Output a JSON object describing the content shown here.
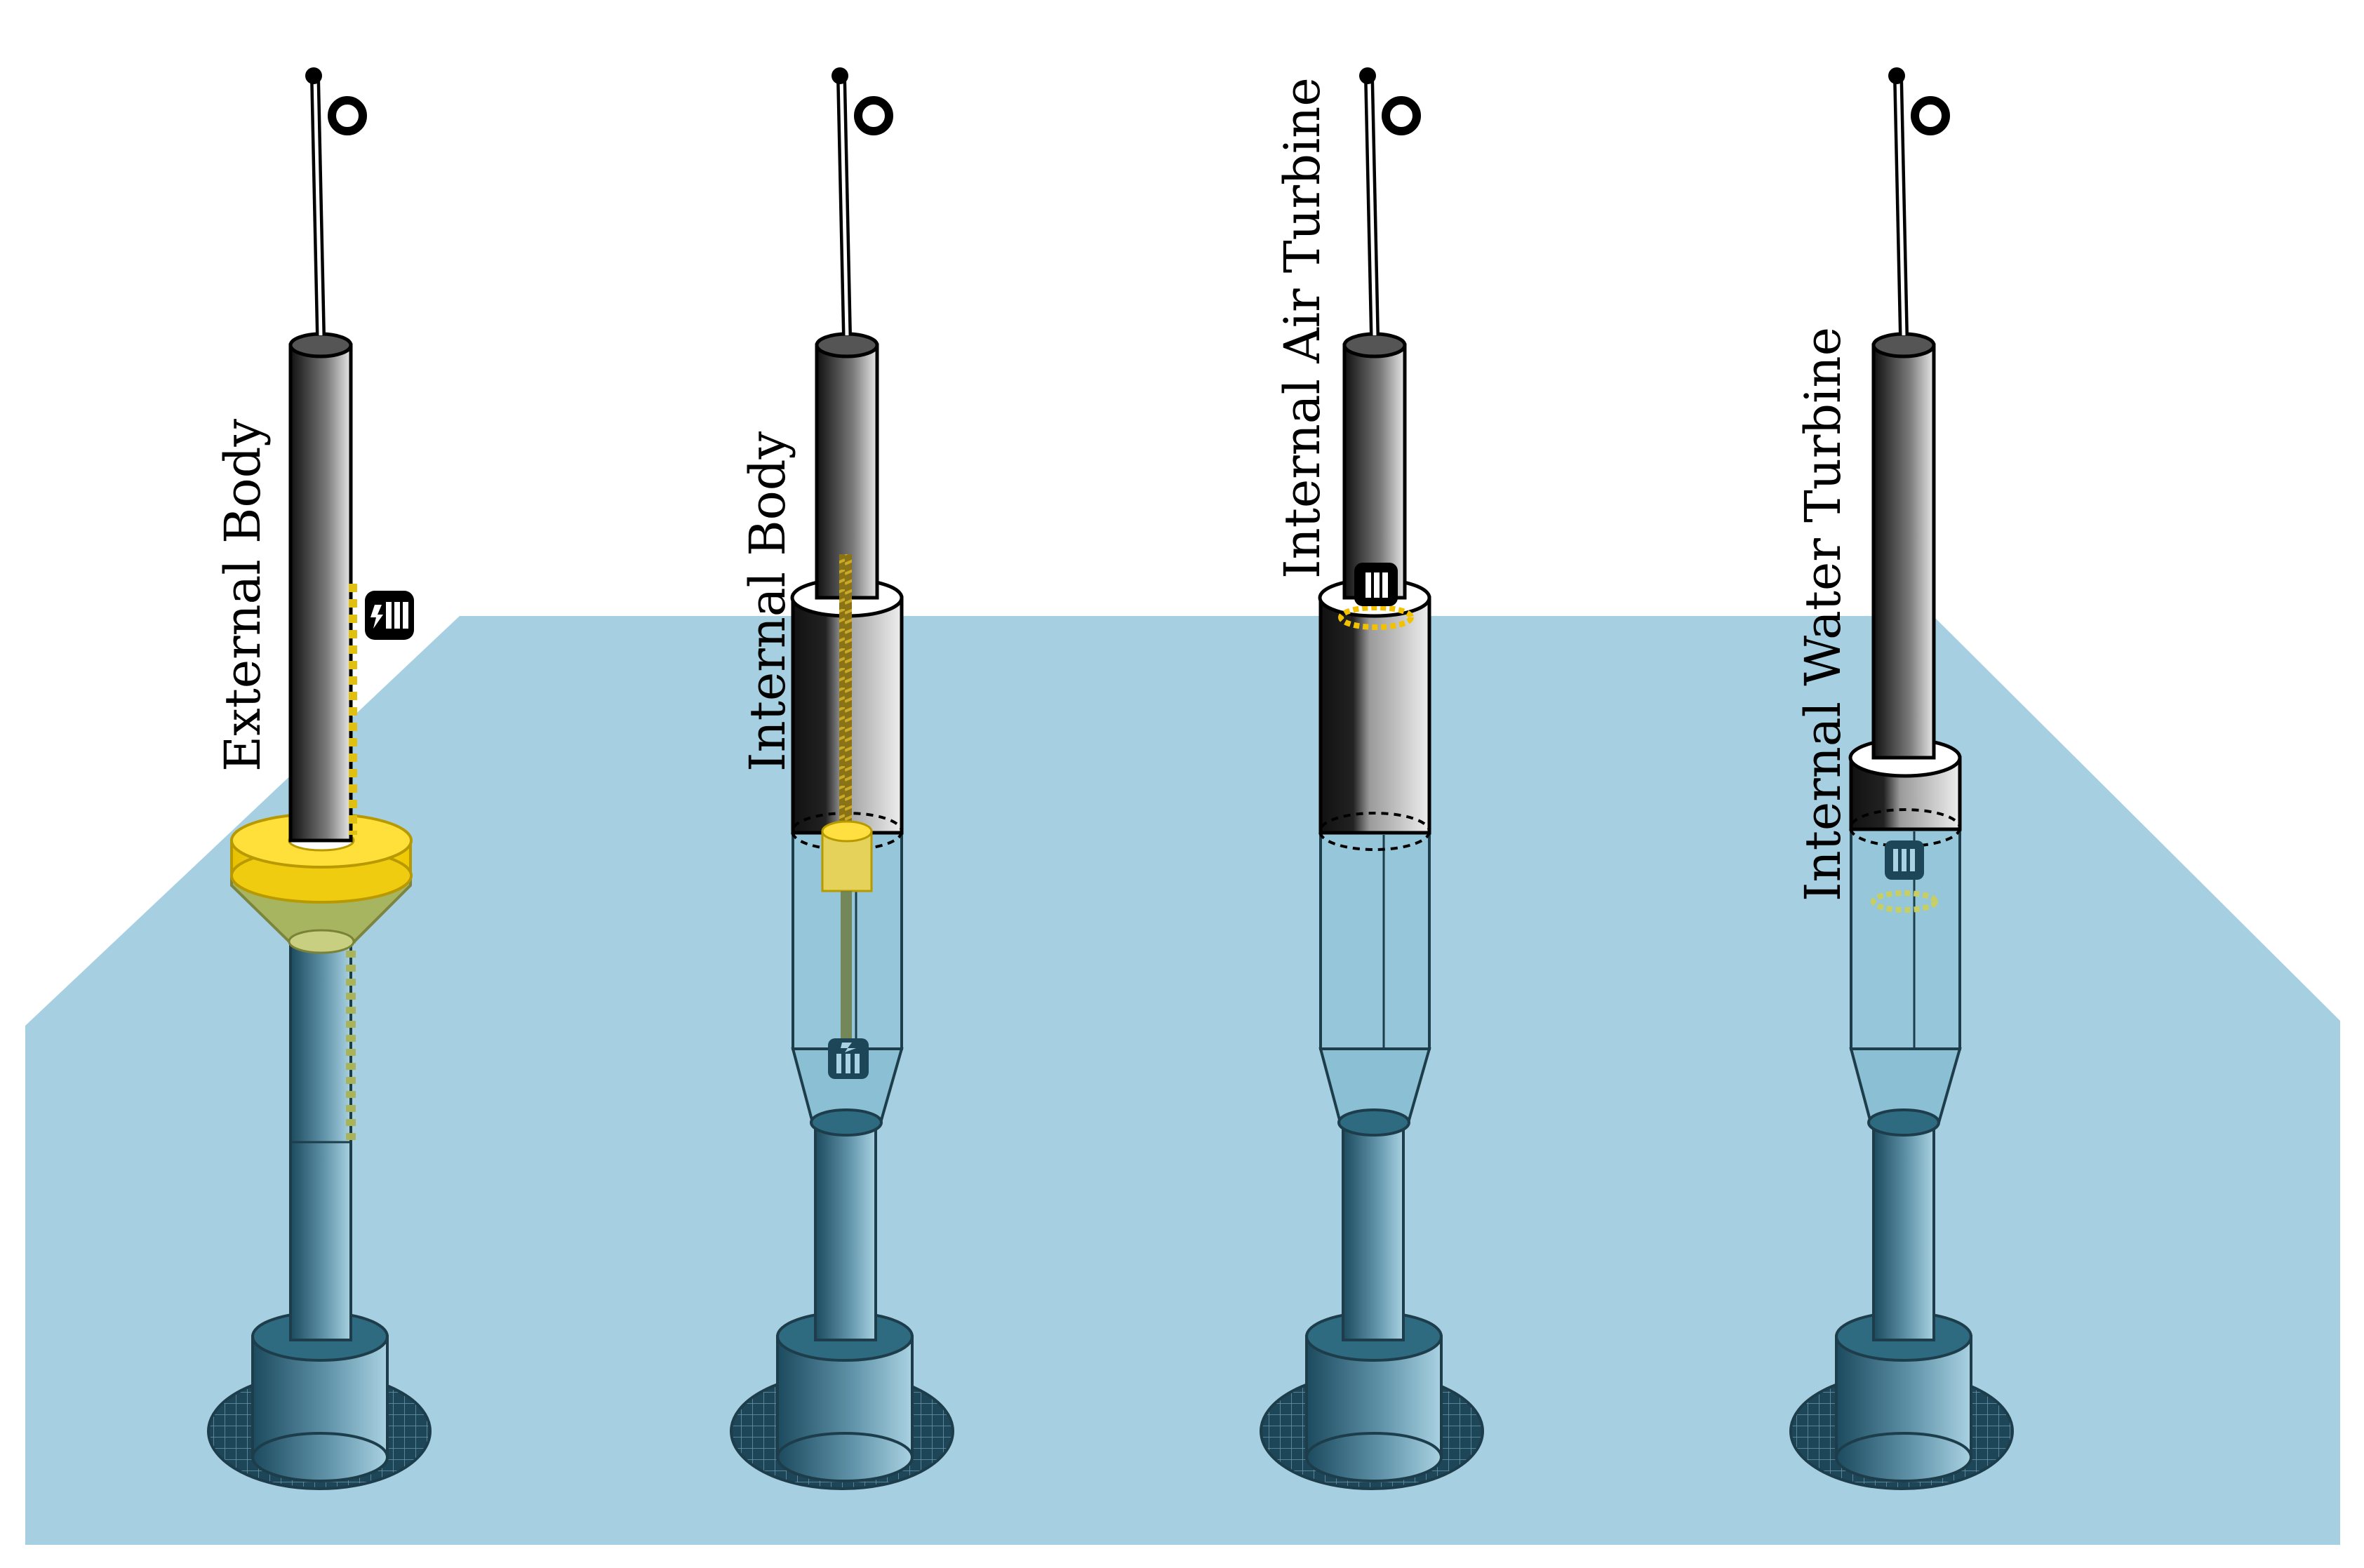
{
  "labels": {
    "external_body": "External Body",
    "internal_body": "Internal Body",
    "internal_air_turbine": "Internal Air Turbine",
    "internal_water_turbine": "Internal Water Turbine"
  },
  "colors": {
    "water": "#a6d0e2",
    "tube_dark": "#1c4a5e",
    "tube_light": "#a9d2e2",
    "outline": "#1d3d4b",
    "mast_dark": "#111111",
    "mast_light": "#e8e8e8",
    "float_yellow": "#f2d01a",
    "float_green": "#a8b35a",
    "rope": "#8a7216"
  }
}
